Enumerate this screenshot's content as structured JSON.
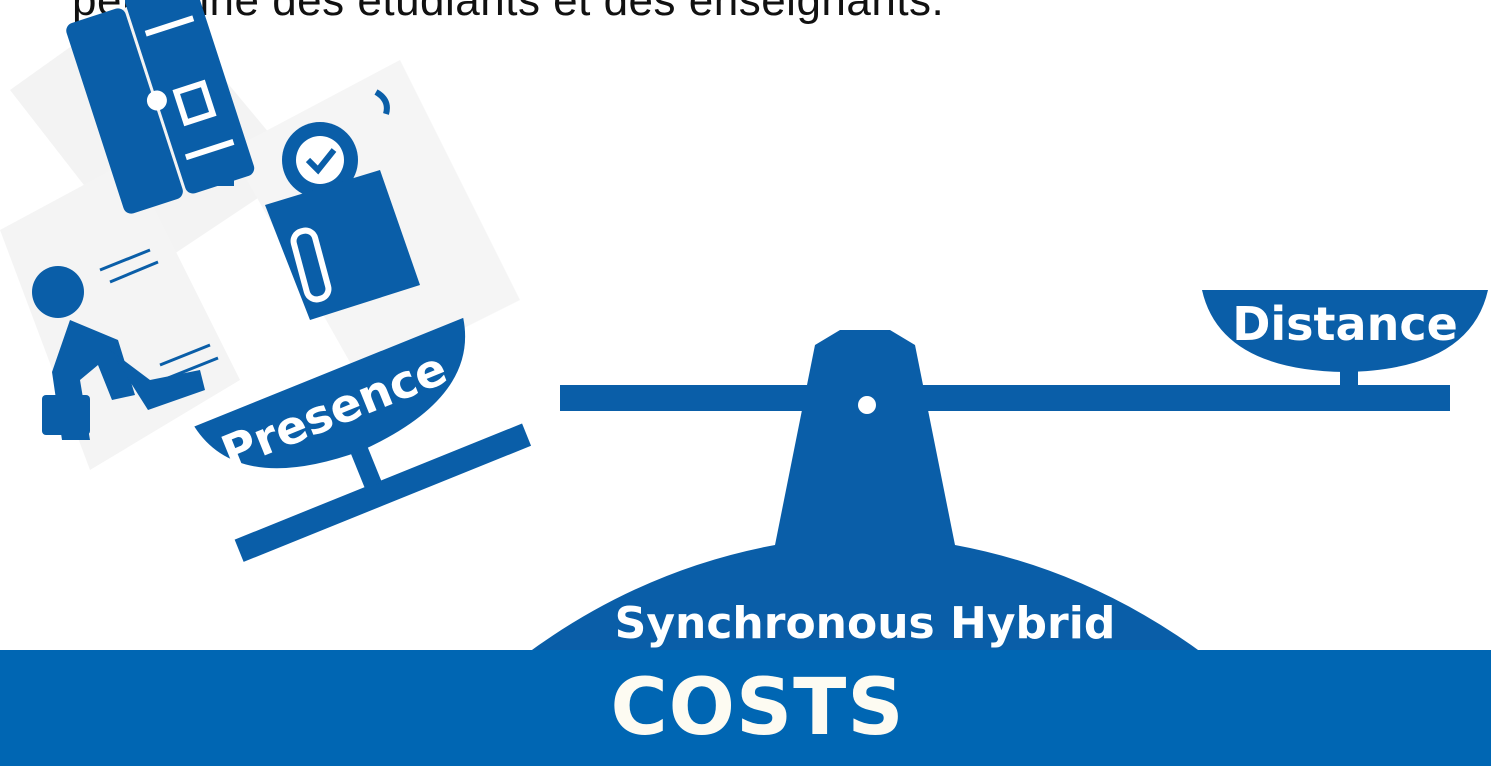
{
  "top_text": "personne des étudiants et des enseignants.",
  "scale": {
    "left_pan_label": "Presence",
    "right_pan_label": "Distance",
    "base_label": "Synchronous Hybrid"
  },
  "banner": {
    "title": "COSTS"
  },
  "colors": {
    "primary": "#0066b3",
    "banner_text": "#fdfbf2"
  },
  "icons": [
    "tickets-icon",
    "time-icon",
    "commuter-icon"
  ]
}
